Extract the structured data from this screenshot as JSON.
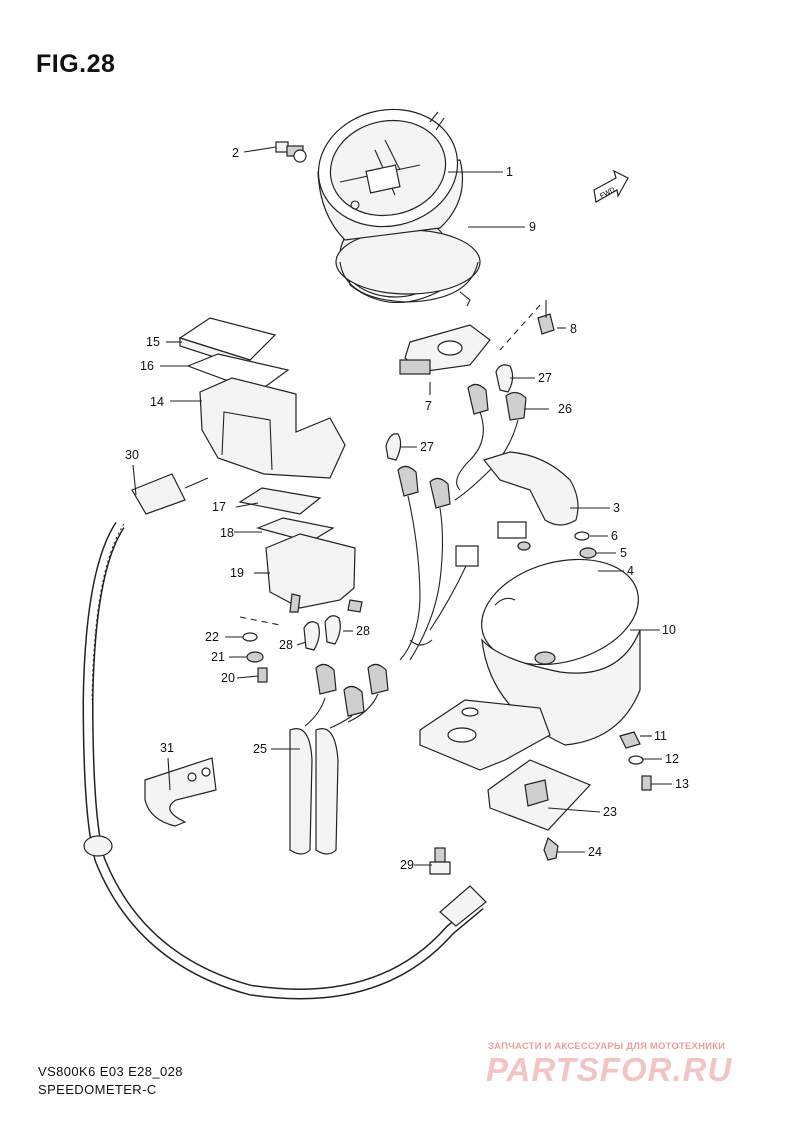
{
  "figure": {
    "title": "FIG.28"
  },
  "footer": {
    "model_code": "VS800K6 E03 E28_028",
    "section_name": "SPEEDOMETER-C"
  },
  "watermark": {
    "tagline": "ЗАПЧАСТИ И АКСЕССУАРЫ ДЛЯ МОТОТЕХНИКИ",
    "site": "PARTSFOR.RU"
  },
  "direction_badge": {
    "label": "FWD"
  },
  "callouts": [
    "1",
    "2",
    "3",
    "4",
    "5",
    "6",
    "7",
    "8",
    "9",
    "10",
    "11",
    "12",
    "13",
    "14",
    "15",
    "16",
    "17",
    "18",
    "19",
    "20",
    "21",
    "22",
    "23",
    "24",
    "25",
    "26",
    "27",
    "27",
    "28",
    "28",
    "29",
    "30",
    "31"
  ]
}
